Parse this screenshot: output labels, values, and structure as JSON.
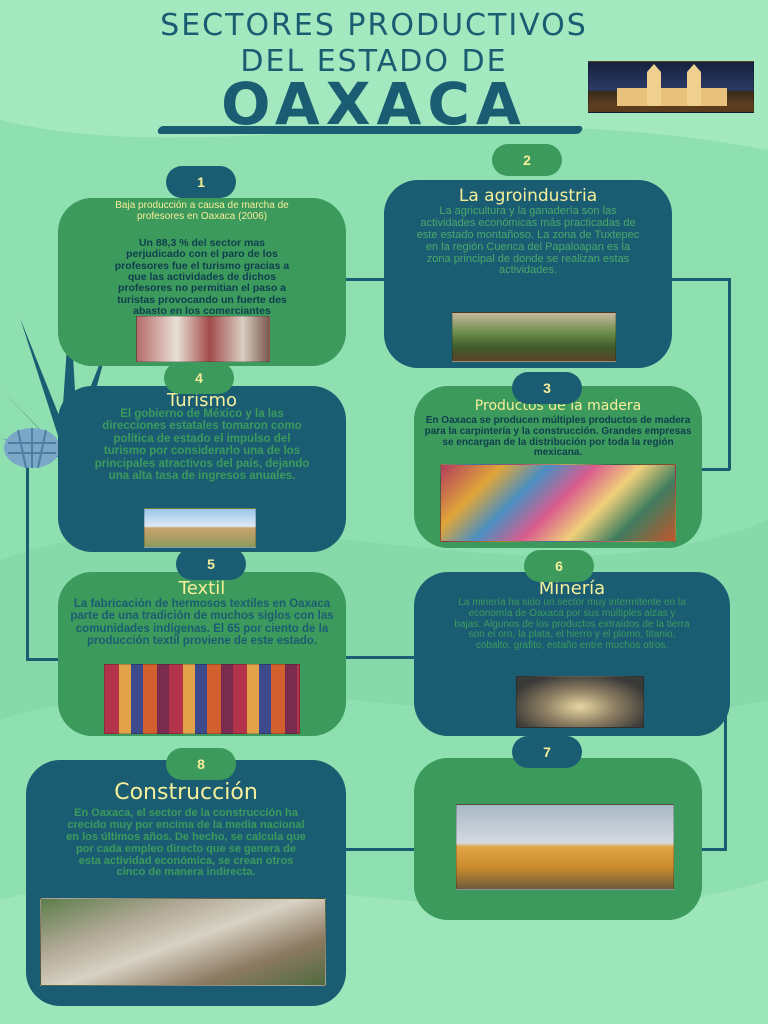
{
  "header": {
    "line1": "SECTORES PRODUCTIVOS",
    "line2": "DEL ESTADO DE",
    "line3": "OAXACA"
  },
  "colors": {
    "background": "#8fe0b0",
    "navy": "#1a5d73",
    "green": "#3c9a5c",
    "accent": "#f6ef9a"
  },
  "cards": {
    "c1": {
      "number": "1",
      "subtitle": "Baja producción a causa de marcha de profesores en Oaxaca (2006)",
      "text": "Un 88,3 % del sector mas perjudicado con el paro de los profesores fue el turismo gracias a que las actividades de dichos profesores no permitian el paso a turistas provocando un fuerte des abasto en los comerciantes"
    },
    "c2": {
      "number": "2",
      "title": "La agroindustria",
      "text": "La agricultura y la ganadería son las actividades económicas más practicadas de este estado montañoso. La zona de Tuxtepec en la región Cuenca del Papaloapan es la zona principal de donde se realizan estas actividades."
    },
    "c3": {
      "number": "3",
      "title": "Productos de la madera",
      "text": "En Oaxaca se producen múltiples productos de madera para la carpintería y la construcción. Grandes empresas se encargan de la distribución por toda la región mexicana."
    },
    "c4": {
      "number": "4",
      "title": "Turismo",
      "text": "El gobierno de México y la las direcciones estatales tomaron como política de estado el impulso del turismo por considerarlo una de los principales atractivos del país, dejando una alta tasa de ingresos anuales."
    },
    "c5": {
      "number": "5",
      "title": "Textil",
      "text": "La fabricación de hermosos textiles en Oaxaca parte de una tradición de muchos siglos con las comunidades indígenas. El 65 por ciento de la producción textil proviene de este estado."
    },
    "c6": {
      "number": "6",
      "title": "Minería",
      "text": "La minería ha sido un sector muy intermitente en la economía de Oaxaca por sus múltiples alzas y bajas. Algunos de los productos extraídos de la tierra son el oro, la plata, el hierro y el plomo, titanio, cobalto, grafito, estaño entre muchos otros."
    },
    "c7": {
      "number": "7"
    },
    "c8": {
      "number": "8",
      "title": "Construcción",
      "text": "En Oaxaca, el sector de la construcción ha crecido muy por encima de la media nacional en los últimos años. De hecho, se calcula que por cada empleo directo que se genera de esta actividad económica, se crean otros cinco de manera indirecta."
    }
  }
}
